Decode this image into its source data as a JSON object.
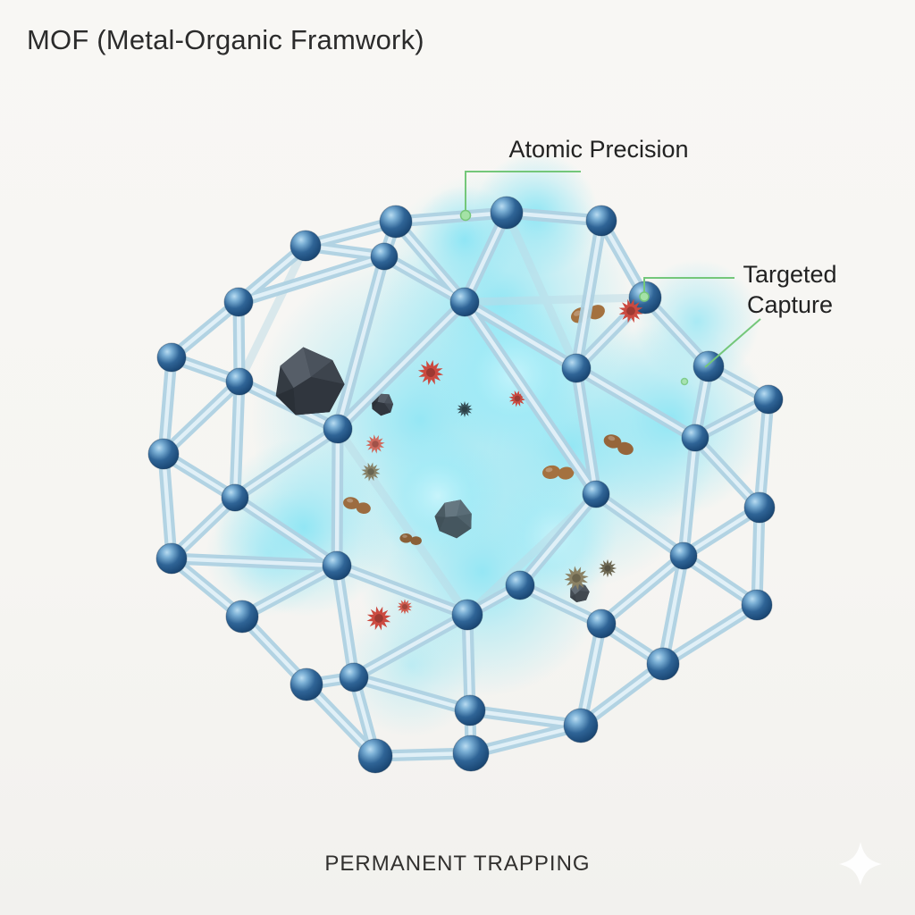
{
  "title": "MOF (Metal-Organic Framwork)",
  "labels": {
    "atomic_precision": "Atomic Precision",
    "targeted_capture": "Targeted Capture",
    "caption": "PERMANENT TRAPPING"
  },
  "icons": {
    "sparkle": "four-pointed-star-watermark",
    "leader_dot": "green-callout-dot"
  },
  "colors": {
    "background": "#f6f5f2",
    "title_text": "#2b2b2b",
    "label_text": "#222222",
    "caption_text": "#31302e",
    "leader_green": "#74c77a",
    "leader_dot": "#a4e2a6",
    "node_blue": "#2f6496",
    "node_blue_dark": "#143757",
    "node_blue_light": "#b9dcf1",
    "strut_blue": "#aed1e1",
    "strut_highlight": "#e9f5fa",
    "glow_cyan": "#84e4f5",
    "virus_red": "#cb4a40",
    "crystal_dark": "#343b43",
    "molecule_brown": "#a4713f",
    "spore_gray": "#878268",
    "sparkle_white": "#ffffff"
  }
}
